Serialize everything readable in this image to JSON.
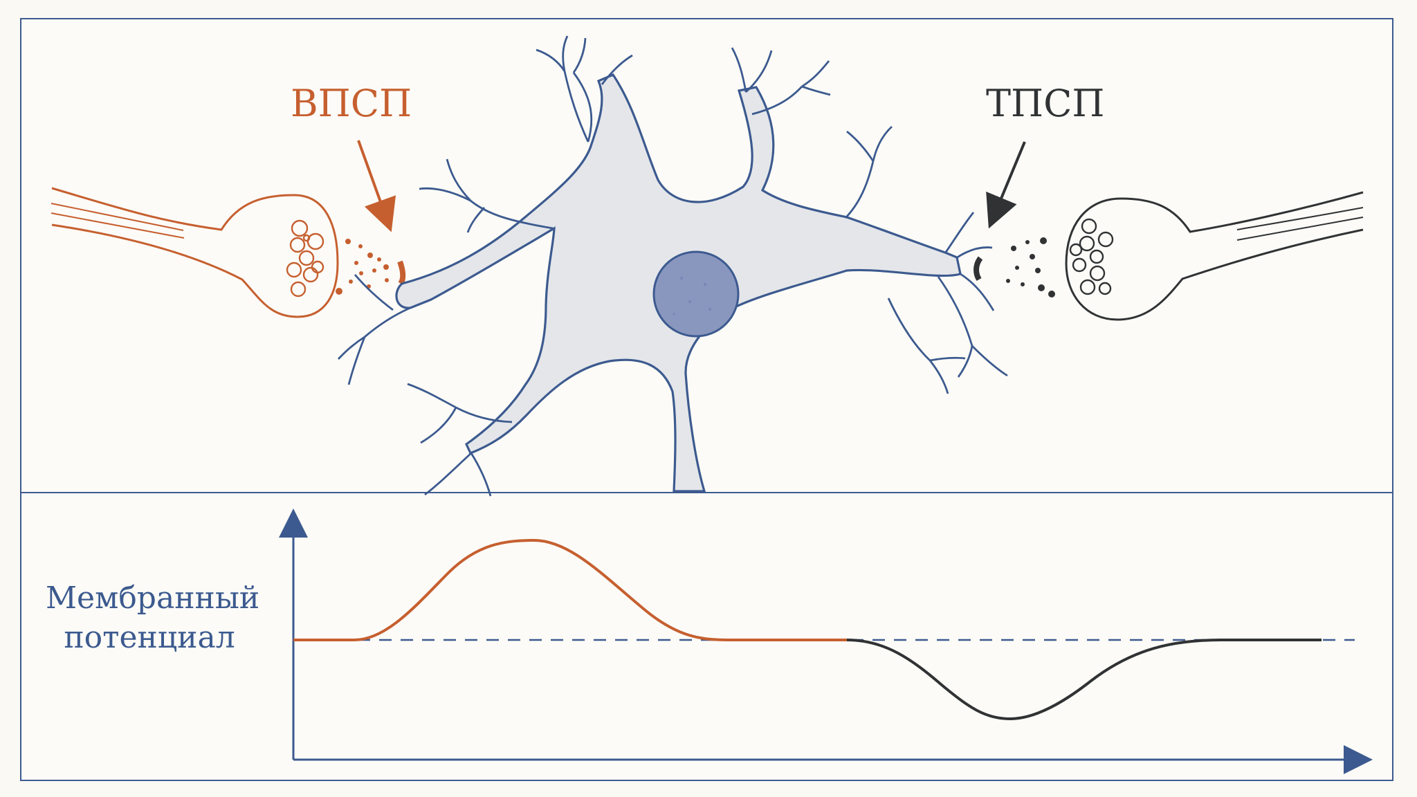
{
  "labels": {
    "epsp": "ВПСП",
    "ipsp": "ТПСП",
    "y_axis_line1": "Мембранный",
    "y_axis_line2": "потенциал"
  },
  "colors": {
    "excitatory": "#c65f2f",
    "inhibitory": "#303234",
    "neuron_outline": "#3c5a8f",
    "neuron_fill": "#e4e6ea",
    "nucleus_fill": "#8997bf",
    "background": "#fcfbf7"
  },
  "components": [
    "excitatory-presynaptic-terminal",
    "inhibitory-presynaptic-terminal",
    "postsynaptic-neuron",
    "membrane-potential-graph"
  ]
}
